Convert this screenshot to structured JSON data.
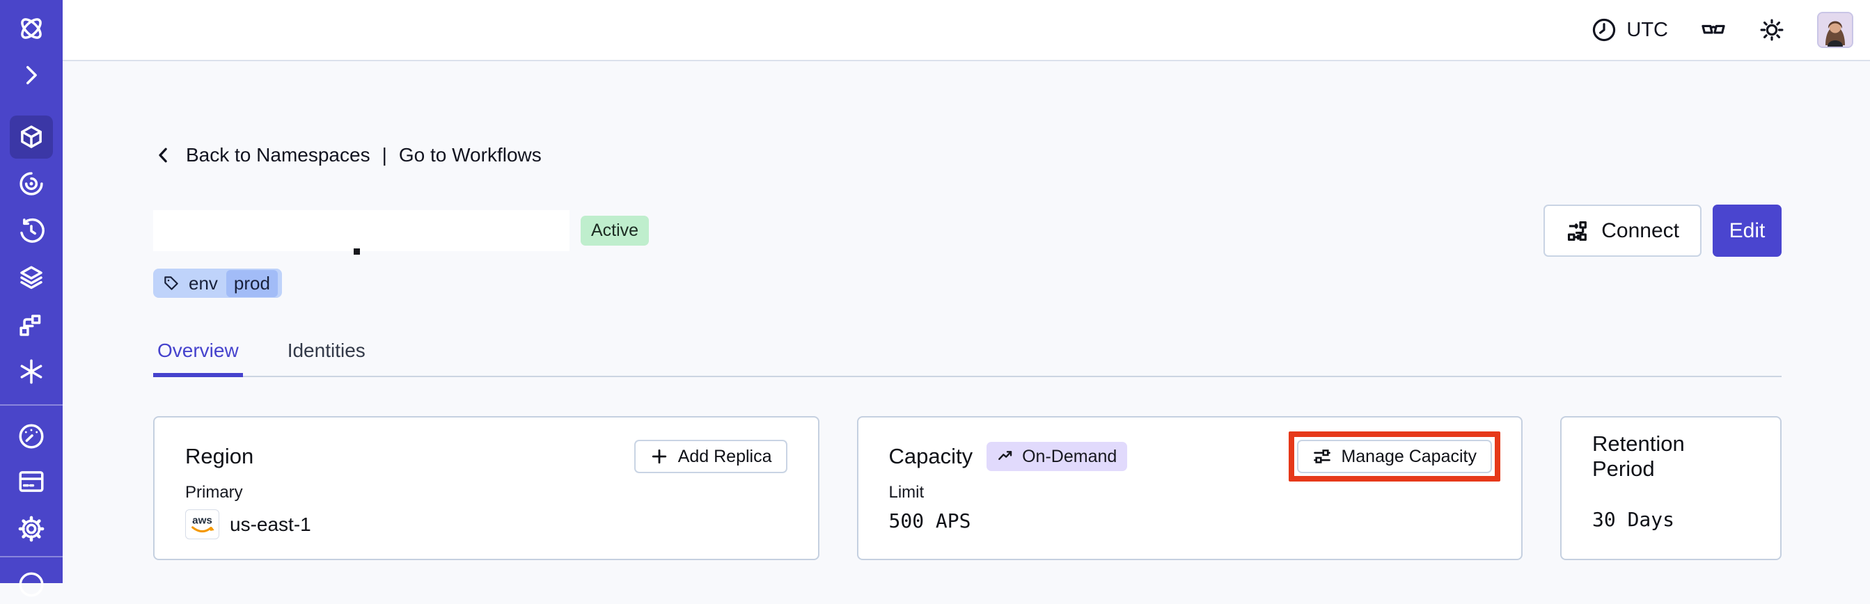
{
  "topbar": {
    "timezone_label": "UTC"
  },
  "breadcrumb": {
    "back_label": "Back to Namespaces",
    "separator": "|",
    "workflows_label": "Go to Workflows"
  },
  "namespace": {
    "status_badge": "Active",
    "tag": {
      "key": "env",
      "value": "prod"
    }
  },
  "actions": {
    "connect_label": "Connect",
    "edit_label": "Edit"
  },
  "tabs": {
    "overview": "Overview",
    "identities": "Identities"
  },
  "cards": {
    "region": {
      "title": "Region",
      "add_replica_label": "Add Replica",
      "primary_label": "Primary",
      "provider_badge": "aws",
      "region_value": "us-east-1"
    },
    "capacity": {
      "title": "Capacity",
      "badge_label": "On-Demand",
      "manage_label": "Manage Capacity",
      "limit_label": "Limit",
      "limit_value": "500 APS"
    },
    "retention": {
      "title": "Retention Period",
      "value": "30 Days"
    }
  },
  "sidebar": {
    "items": [
      "temporal-logo",
      "expand-chevron",
      "namespaces-cube",
      "workflows-spiral",
      "schedules-clock",
      "deployments-layers",
      "batch-branch",
      "nexus-asterisk",
      "usage-gauge",
      "billing-card",
      "settings-gear",
      "support-circle"
    ],
    "active_item": "namespaces-cube"
  },
  "colors": {
    "sidebar_indigo": "#4A45C9",
    "active_item_indigo": "#3B37A6",
    "primary_indigo": "#4A45CF",
    "active_tab_indigo": "#4643CD",
    "status_green_bg": "#BFEECD",
    "tag_blue_bg": "#BFD3FA",
    "tag_blue_inner": "#A2BCF7",
    "ondemand_purple_bg": "#E1DAFC",
    "annotation_red": "#E6391A",
    "page_bg": "#F8F9FC",
    "card_border": "#C5D0E0",
    "aws_orange": "#F49800"
  }
}
